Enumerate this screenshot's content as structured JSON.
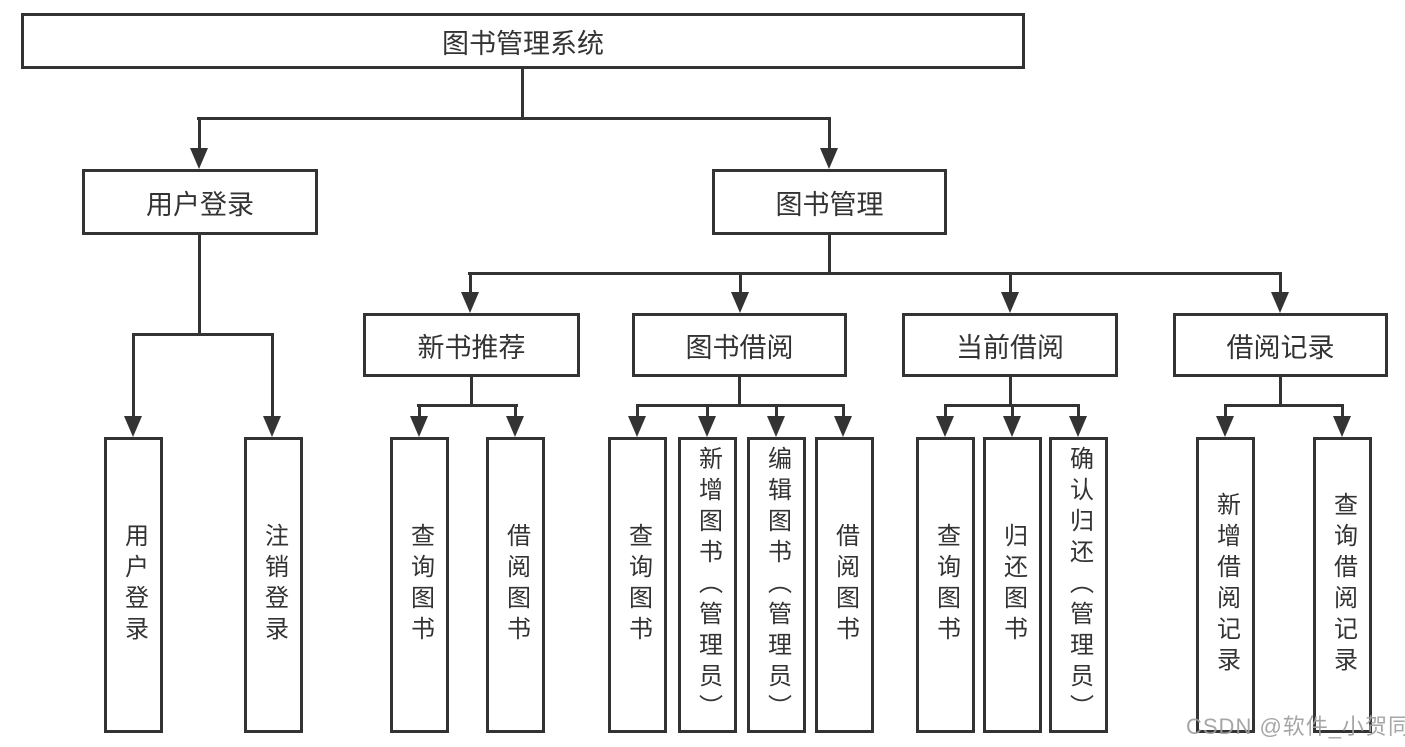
{
  "tree": {
    "root": {
      "label": "图书管理系统"
    },
    "level2": [
      {
        "label": "用户登录"
      },
      {
        "label": "图书管理"
      }
    ],
    "level3": [
      {
        "label": "新书推荐"
      },
      {
        "label": "图书借阅"
      },
      {
        "label": "当前借阅"
      },
      {
        "label": "借阅记录"
      }
    ],
    "leaves": {
      "login": [
        {
          "label": "用户登录"
        },
        {
          "label": "注销登录"
        }
      ],
      "newbook": [
        {
          "label": "查询图书"
        },
        {
          "label": "借阅图书"
        }
      ],
      "borrow": [
        {
          "label": "查询图书"
        },
        {
          "label": "新增图书（管理员）"
        },
        {
          "label": "编辑图书（管理员）"
        },
        {
          "label": "借阅图书"
        }
      ],
      "current": [
        {
          "label": "查询图书"
        },
        {
          "label": "归还图书"
        },
        {
          "label": "确认归还（管理员）"
        }
      ],
      "records": [
        {
          "label": "新增借阅记录"
        },
        {
          "label": "查询借阅记录"
        }
      ]
    },
    "colors": {
      "line": "#333333",
      "text": "#333333",
      "watermark": "#9e9e9e",
      "background": "#ffffff"
    },
    "watermark": "CSDN @软件_小贺同学"
  }
}
